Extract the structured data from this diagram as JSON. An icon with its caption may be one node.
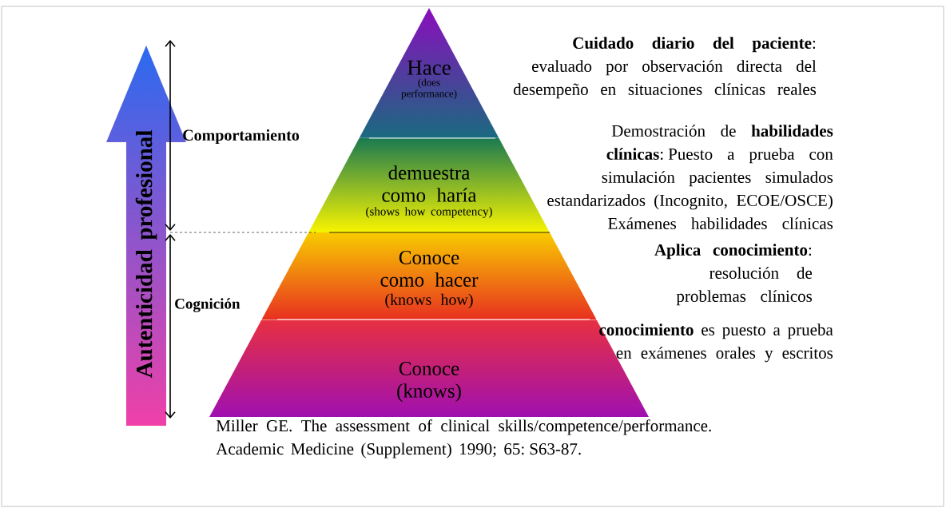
{
  "diagram": {
    "nodes": [
      {
        "text": [
          "Hace",
          "(does performance)"
        ]
      },
      {
        "text": [
          "demuestra como haría",
          "(shows how competency)"
        ]
      },
      {
        "text": [
          "Conoce como hacer",
          "(knows how)"
        ]
      },
      {
        "text": [
          "Conoce (knows)"
        ]
      },
      {
        "text": [
          "Autenticidad profesional"
        ]
      }
    ],
    "labels": [
      "**Cuidado diario del paciente**: evaluado por observación directa del desempeño en situaciones clínicas reales",
      "Comportamiento",
      "Demostración de **habilidades clínicas**: Puesto a prueba con simulación pacientes simulados estandarizados (Incognito, ECOE/OSCE) Exámenes habilidades clínicas",
      "**Aplica conocimiento**: resolución de problemas clínicos",
      "Cognición",
      "**conocimiento** es puesto a prueba en exámenes orales y escritos",
      "Miller GE. The assessment of clinical skills/competence/performance. Academic Medicine (Supplement) 1990; 65: S63-87."
    ]
  }
}
